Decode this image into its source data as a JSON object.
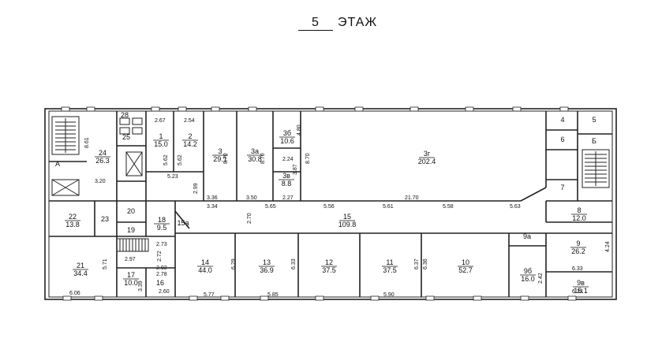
{
  "title": {
    "number": "5",
    "label": "ЭТАЖ"
  },
  "rooms": [
    {
      "id": "r1",
      "n": "1",
      "a": "15.0"
    },
    {
      "id": "r2",
      "n": "2",
      "a": "14.2"
    },
    {
      "id": "r3",
      "n": "3",
      "a": "29.1"
    },
    {
      "id": "r3a",
      "n": "3а",
      "a": "30.8"
    },
    {
      "id": "r3b",
      "n": "3б",
      "a": "10.6"
    },
    {
      "id": "r3v",
      "n": "3в",
      "a": "8.8"
    },
    {
      "id": "r3g",
      "n": "3г",
      "a": "202.4"
    },
    {
      "id": "r4",
      "n": "4",
      "a": ""
    },
    {
      "id": "r5",
      "n": "5",
      "a": ""
    },
    {
      "id": "r6",
      "n": "6",
      "a": ""
    },
    {
      "id": "r7",
      "n": "7",
      "a": ""
    },
    {
      "id": "r8",
      "n": "8",
      "a": "12.0"
    },
    {
      "id": "r9",
      "n": "9",
      "a": "26.2"
    },
    {
      "id": "r9a",
      "n": "9а",
      "a": ""
    },
    {
      "id": "r9b",
      "n": "9б",
      "a": "16.0"
    },
    {
      "id": "r9v",
      "n": "9в",
      "a": "15.1"
    },
    {
      "id": "r10",
      "n": "10",
      "a": "52.7"
    },
    {
      "id": "r11",
      "n": "11",
      "a": "37.5"
    },
    {
      "id": "r12",
      "n": "12",
      "a": "37.5"
    },
    {
      "id": "r13",
      "n": "13",
      "a": "36.9"
    },
    {
      "id": "r14",
      "n": "14",
      "a": "44.0"
    },
    {
      "id": "r15",
      "n": "15",
      "a": "109.8"
    },
    {
      "id": "r15a",
      "n": "15а",
      "a": ""
    },
    {
      "id": "r16",
      "n": "16",
      "a": ""
    },
    {
      "id": "r17",
      "n": "17",
      "a": "10.0"
    },
    {
      "id": "r18",
      "n": "18",
      "a": "9.5"
    },
    {
      "id": "r19",
      "n": "19",
      "a": ""
    },
    {
      "id": "r20",
      "n": "20",
      "a": ""
    },
    {
      "id": "r21",
      "n": "21",
      "a": "34.4"
    },
    {
      "id": "r22",
      "n": "22",
      "a": "13.8"
    },
    {
      "id": "r23",
      "n": "23",
      "a": ""
    },
    {
      "id": "r24",
      "n": "24",
      "a": "26.3"
    },
    {
      "id": "r25",
      "n": "25",
      "a": ""
    },
    {
      "id": "r28",
      "n": "28",
      "a": ""
    },
    {
      "id": "rA",
      "n": "А",
      "a": ""
    },
    {
      "id": "rB",
      "n": "Б",
      "a": ""
    }
  ],
  "dimensions": [
    "8.61",
    "2.67",
    "2.54",
    "3.20",
    "5.62",
    "5.62",
    "5.23",
    "8.70",
    "8.70",
    "4.80",
    "2.24",
    "3.87",
    "8.70",
    "2.99",
    "3.36",
    "3.34",
    "3.50",
    "2.27",
    "5.65",
    "21.70",
    "5.56",
    "5.61",
    "5.58",
    "5.63",
    "2.70",
    "2.73",
    "2.97",
    "2.72",
    "2.92",
    "2.78",
    "2.60",
    "3.39",
    "5.71",
    "6.06",
    "5.77",
    "6.29",
    "6.33",
    "5.85",
    "6.37",
    "6.36",
    "5.90",
    "2.42",
    "4.24",
    "6.33",
    "6.33"
  ]
}
